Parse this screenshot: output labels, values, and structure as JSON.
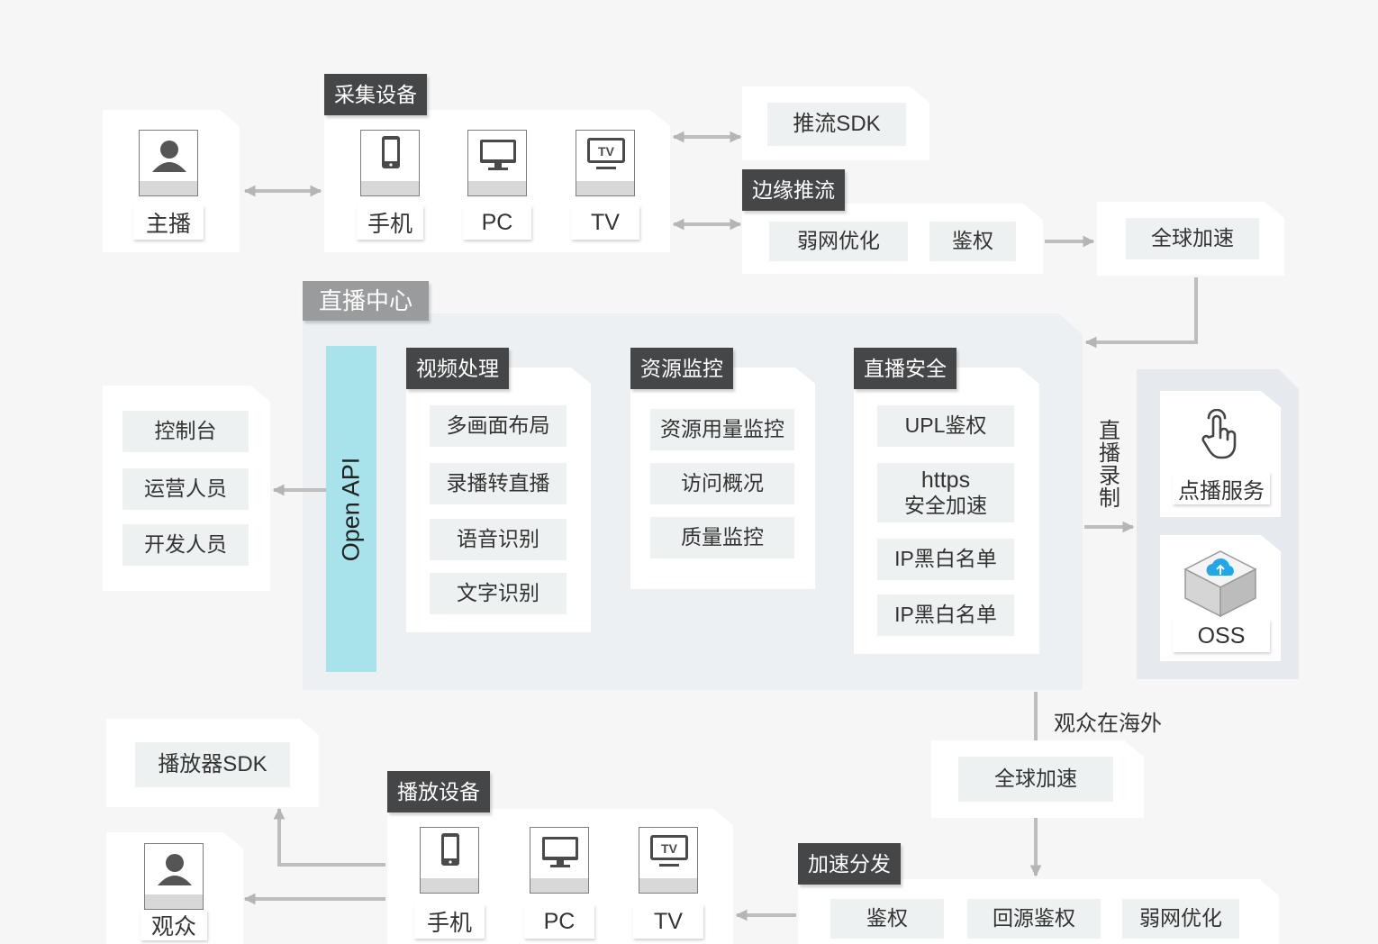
{
  "capture": {
    "title": "采集设备",
    "phone": "手机",
    "pc": "PC",
    "tv": "TV"
  },
  "anchor": {
    "label": "主播"
  },
  "push_sdk": {
    "label": "推流SDK"
  },
  "edge_push": {
    "title": "边缘推流",
    "weak_net": "弱网优化",
    "auth": "鉴权"
  },
  "global_accel_top": {
    "label": "全球加速"
  },
  "live_center": {
    "title": "直播中心",
    "open_api": "Open API",
    "video": {
      "title": "视频处理",
      "items": [
        "多画面布局",
        "录播转直播",
        "语音识别",
        "文字识别"
      ]
    },
    "monitor": {
      "title": "资源监控",
      "items": [
        "资源用量监控",
        "访问概况",
        "质量监控"
      ]
    },
    "security": {
      "title": "直播安全",
      "items": [
        "UPL鉴权",
        "https",
        "安全加速",
        "IP黑白名单",
        "IP黑白名单"
      ]
    }
  },
  "console": {
    "items": [
      "控制台",
      "运营人员",
      "开发人员"
    ]
  },
  "recording": {
    "label": "直播录制"
  },
  "vod": {
    "label": "点播服务"
  },
  "oss": {
    "label": "OSS"
  },
  "overseas": {
    "label": "观众在海外"
  },
  "global_accel_bottom": {
    "label": "全球加速"
  },
  "player_sdk": {
    "label": "播放器SDK"
  },
  "playback": {
    "title": "播放设备",
    "phone": "手机",
    "pc": "PC",
    "tv": "TV"
  },
  "audience": {
    "label": "观众"
  },
  "distribution": {
    "title": "加速分发",
    "items": [
      "鉴权",
      "回源鉴权",
      "弱网优化"
    ]
  },
  "colors": {
    "tag_dark": "#454648",
    "tag_light": "#9a9b9d",
    "openapi": "#a8e2ea",
    "arrow": "#b8b8b8"
  }
}
